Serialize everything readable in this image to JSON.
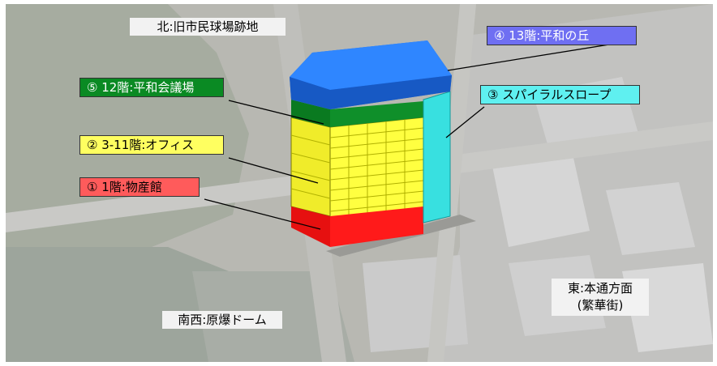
{
  "directions": {
    "north": "北:旧市民球場跡地",
    "southwest": "南西:原爆ドーム",
    "east_line1": "東:本通方面",
    "east_line2": "(繁華街)"
  },
  "floors": {
    "f1": "① 1階:物産館",
    "f2": "② 3-11階:オフィス",
    "f3": "③ スパイラルスロープ",
    "f4": "④ 13階:平和の丘",
    "f5": "⑤ 12階:平和会議場"
  },
  "colors": {
    "f1": "#ff5b5b",
    "f2": "#ffff60",
    "f3": "#5ff0f0",
    "f4": "#6f6ff2",
    "f5": "#0a8a23"
  }
}
